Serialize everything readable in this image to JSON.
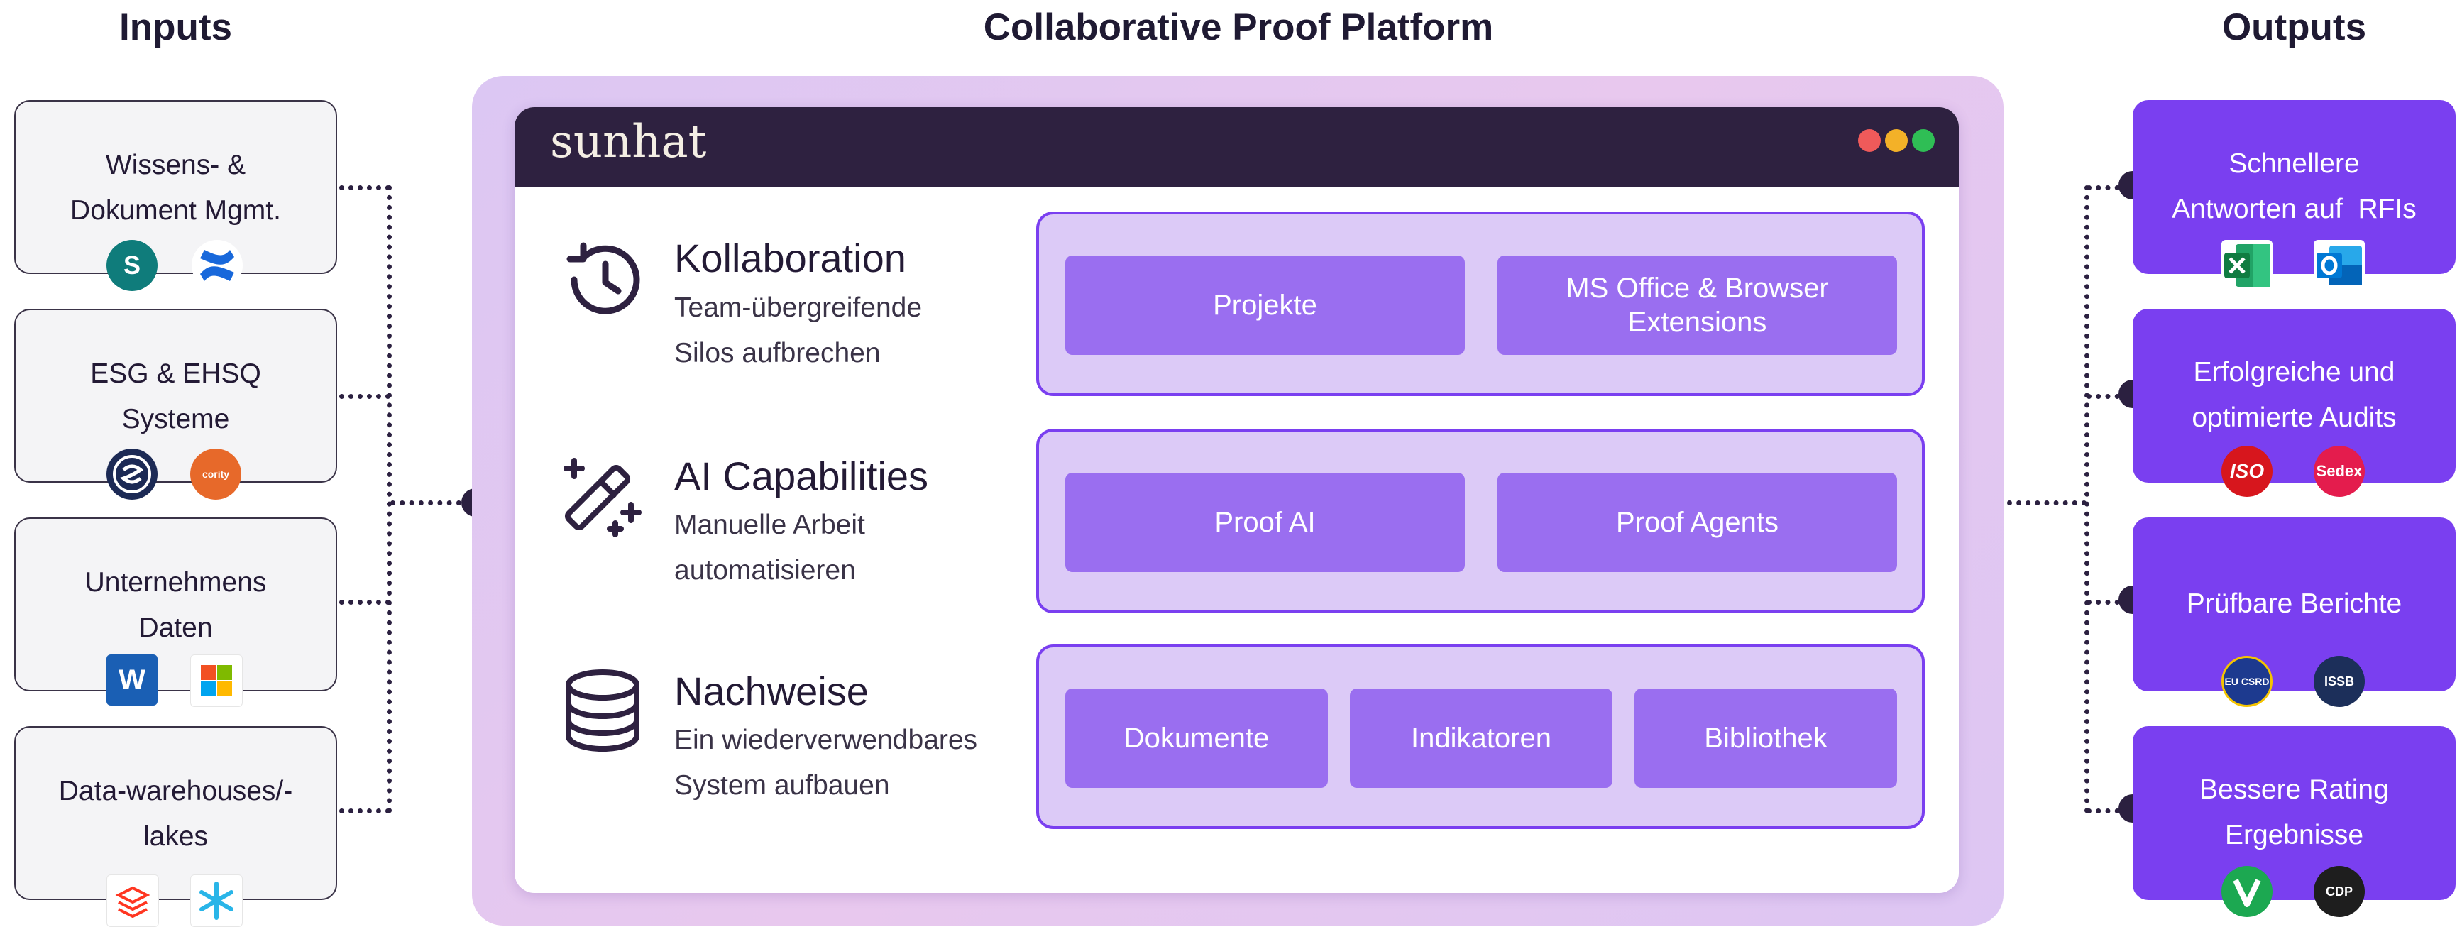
{
  "headers": {
    "inputs": "Inputs",
    "platform": "Collaborative Proof Platform",
    "outputs": "Outputs"
  },
  "inputs": [
    {
      "line1": "Wissens- &",
      "line2": "Dokument Mgmt.",
      "logos": [
        "sharepoint-logo",
        "confluence-logo"
      ]
    },
    {
      "line1": "ESG & EHSQ",
      "line2": "Systeme",
      "logos": [
        "sphera-logo",
        "cority-logo"
      ],
      "logo_text": "cority"
    },
    {
      "line1": "Unternehmens",
      "line2": "Daten",
      "logos": [
        "workday-logo",
        "microsoft-logo"
      ],
      "logo_text": "W"
    },
    {
      "line1": "Data-warehouses/-",
      "line2": "lakes",
      "logos": [
        "databricks-logo",
        "snowflake-logo"
      ]
    }
  ],
  "platform": {
    "brand": "sunhat",
    "window_controls": {
      "red": "#ef5a5a",
      "yellow": "#f3b128",
      "green": "#2fbe55"
    },
    "rows": [
      {
        "icon": "history-clock-icon",
        "title": "Kollaboration",
        "sub1": "Team-übergreifende",
        "sub2": "Silos aufbrechen",
        "chips": [
          {
            "label": "Projekte"
          },
          {
            "label": "MS Office & Browser Extensions"
          }
        ]
      },
      {
        "icon": "magic-wand-icon",
        "title": "AI Capabilities",
        "sub1": "Manuelle Arbeit",
        "sub2": "automatisieren",
        "chips": [
          {
            "label": "Proof AI"
          },
          {
            "label": "Proof Agents"
          }
        ]
      },
      {
        "icon": "database-icon",
        "title": "Nachweise",
        "sub1": "Ein wiederverwendbares",
        "sub2": "System aufbauen",
        "chips": [
          {
            "label": "Dokumente"
          },
          {
            "label": "Indikatoren"
          },
          {
            "label": "Bibliothek"
          }
        ]
      }
    ]
  },
  "outputs": [
    {
      "line1": "Schnellere",
      "line2": "Antworten auf  RFIs",
      "logos": [
        "excel-logo",
        "outlook-logo"
      ]
    },
    {
      "line1": "Erfolgreiche und",
      "line2": "optimierte Audits",
      "logos": [
        "iso-logo",
        "sedex-logo"
      ],
      "logo_text": [
        "ISO",
        "Sedex"
      ]
    },
    {
      "line1": "Prüfbare Berichte",
      "line2": "",
      "logos": [
        "eu-csrd-logo",
        "issb-logo"
      ],
      "logo_text": [
        "EU CSRD",
        "ISSB"
      ]
    },
    {
      "line1": "Bessere Rating",
      "line2": "Ergebnisse",
      "logos": [
        "ecovadis-logo",
        "cdp-logo"
      ],
      "logo_text": [
        "",
        "CDP"
      ]
    }
  ],
  "colors": {
    "accent": "#7a3ff0",
    "chip": "#9a6ef0",
    "row_box": "#dccaf7",
    "dark": "#2e2140"
  }
}
